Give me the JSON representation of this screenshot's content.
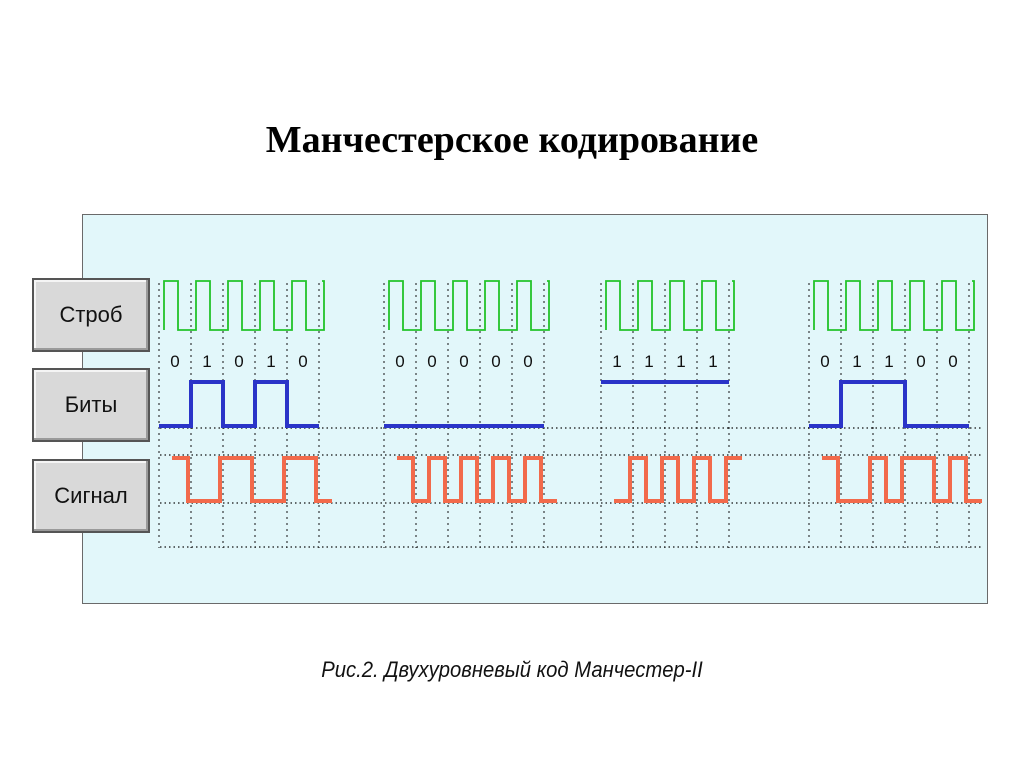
{
  "title": "Манчестерское кодирование",
  "caption": "Рис.2. Двухуровневый код Манчестер-II",
  "row_labels": {
    "strobe": "Строб",
    "bits": "Биты",
    "signal": "Сигнал"
  },
  "colors": {
    "strobe": "#22c32a",
    "bits": "#2a34c8",
    "signal": "#f26a4b",
    "grid": "#111111",
    "background": "#e2f7fa"
  },
  "groups": [
    {
      "bits": [
        "0",
        "1",
        "0",
        "1",
        "0"
      ]
    },
    {
      "bits": [
        "0",
        "0",
        "0",
        "0",
        "0"
      ]
    },
    {
      "bits": [
        "1",
        "1",
        "1",
        "1"
      ]
    },
    {
      "bits": [
        "0",
        "1",
        "1",
        "0",
        "0"
      ]
    }
  ]
}
